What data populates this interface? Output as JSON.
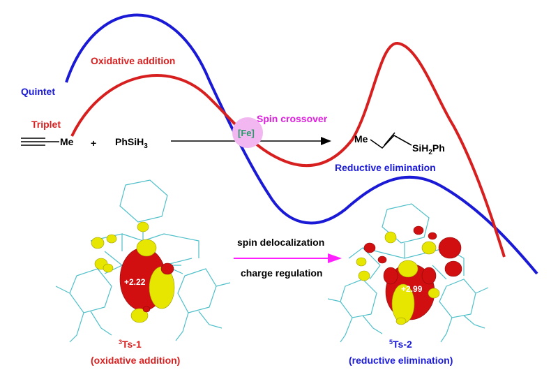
{
  "colors": {
    "quintet": "#1a1ad6",
    "triplet": "#d71f1f",
    "spin": "#e01ce0",
    "fe_circle": "#f2b6f0",
    "fe_text": "#2a9a6a",
    "arrow_pink": "#ff1fff",
    "density_red": "#d10f10",
    "density_yellow": "#e6e600",
    "ligand_cyan": "#4fbfc9",
    "black": "#000000"
  },
  "labels": {
    "quintet": "Quintet",
    "triplet": "Triplet",
    "oxidative_addition": "Oxidative addition",
    "spin_crossover": "Spin crossover",
    "reductive_elimination": "Reductive elimination",
    "fe": "[Fe]"
  },
  "reaction": {
    "alkyne_substituent": "Me",
    "plus": "+",
    "silane_prefix": "PhSiH",
    "silane_sub": "3",
    "product_me": "Me",
    "product_si_prefix": "SiH",
    "product_si_sub": "2",
    "product_si_suffix": "Ph"
  },
  "arrow": {
    "top_label": "spin delocalization",
    "bottom_label": "charge regulation"
  },
  "structures": {
    "left": {
      "charge": "+2.22",
      "superscript": "3",
      "name": "Ts-1",
      "caption": "(oxidative addition)"
    },
    "right": {
      "charge": "+2.99",
      "superscript": "5",
      "name": "Ts-2",
      "caption": "(reductive elimination)"
    }
  }
}
